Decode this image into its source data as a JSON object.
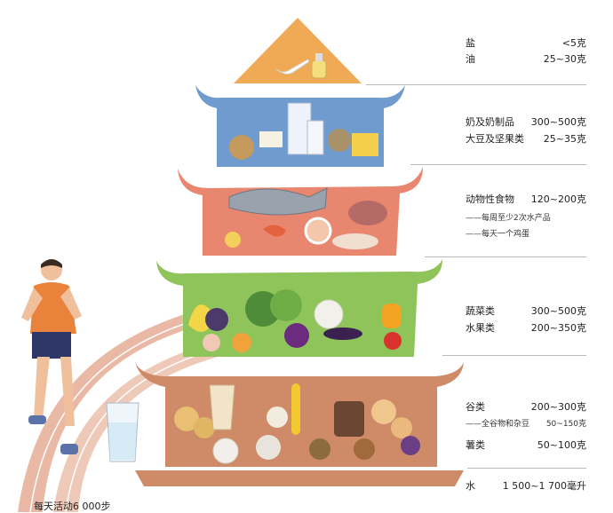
{
  "tiers": [
    {
      "id": "salt-oil",
      "color": "#f0a954",
      "items": [
        {
          "name": "盐",
          "amount": "<5克"
        },
        {
          "name": "油",
          "amount": "25~30克"
        }
      ]
    },
    {
      "id": "dairy-soy",
      "color": "#6f9bcf",
      "items": [
        {
          "name": "奶及奶制品",
          "amount": "300~500克"
        },
        {
          "name": "大豆及坚果类",
          "amount": "25~35克"
        }
      ]
    },
    {
      "id": "animal",
      "color": "#e98670",
      "items": [
        {
          "name": "动物性食物",
          "amount": "120~200克"
        }
      ],
      "notes": [
        "——每周至少2次水产品",
        "——每天一个鸡蛋"
      ]
    },
    {
      "id": "veg-fruit",
      "color": "#8fc45a",
      "items": [
        {
          "name": "蔬菜类",
          "amount": "300~500克"
        },
        {
          "name": "水果类",
          "amount": "200~350克"
        }
      ]
    },
    {
      "id": "grains",
      "color": "#cf8a68",
      "items": [
        {
          "name": "谷类",
          "amount": "200~300克"
        },
        {
          "name": "——全谷物和杂豆",
          "amount": "50~150克"
        },
        {
          "name": "薯类",
          "amount": "50~100克"
        }
      ]
    },
    {
      "id": "water",
      "color": "#cf8a68",
      "items": [
        {
          "name": "水",
          "amount": "1 500~1 700毫升"
        }
      ]
    }
  ],
  "activity": {
    "label": "每天活动6 000步"
  }
}
